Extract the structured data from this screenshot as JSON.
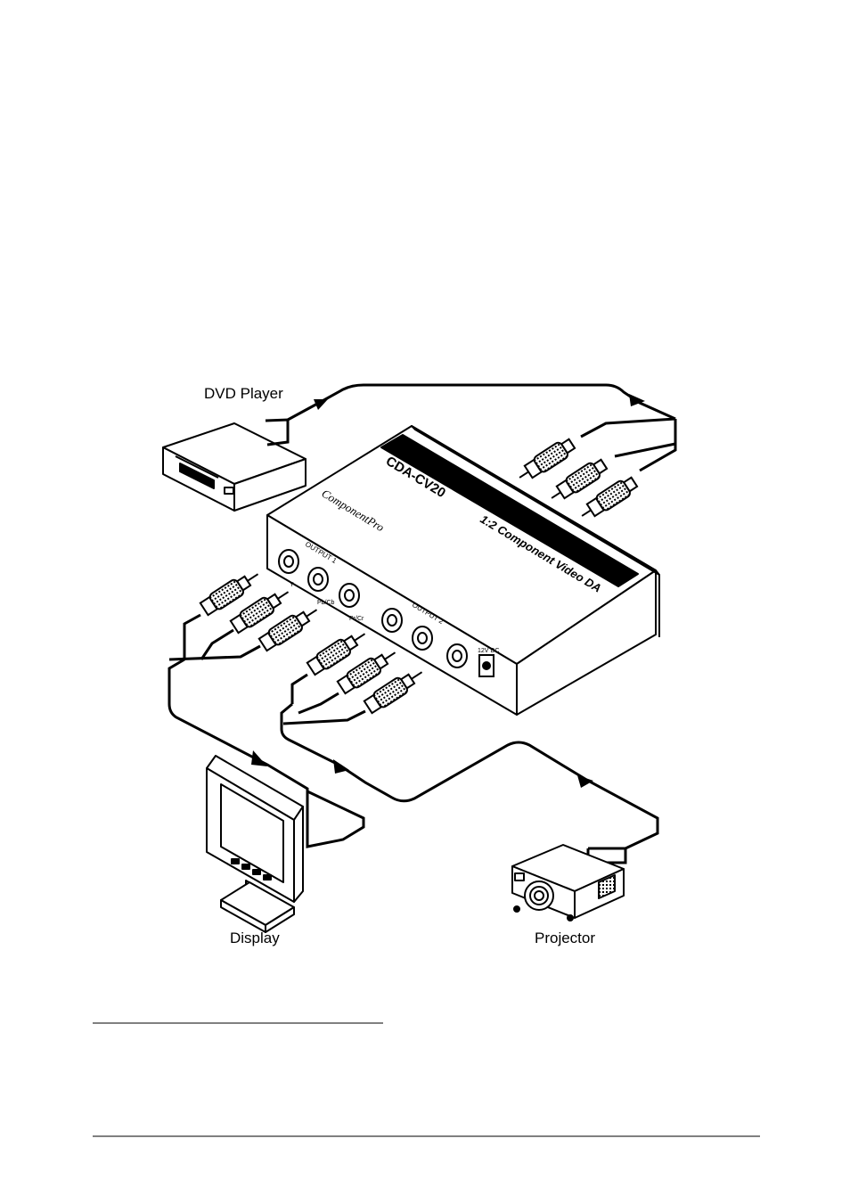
{
  "labels": {
    "dvd_player": "DVD Player",
    "display": "Display",
    "projector": "Projector"
  },
  "device": {
    "model": "CDA-CV20",
    "name": "1:2 Component Video DA",
    "brand": "ComponentPro",
    "output1": "OUTPUT 1",
    "output2": "OUTPUT 2",
    "jack_y": "Y",
    "jack_pb": "Pb/Cb",
    "jack_pr": "Pr/Cr",
    "power": "12V DC"
  },
  "colors": {
    "line": "#000000",
    "background": "#ffffff"
  }
}
